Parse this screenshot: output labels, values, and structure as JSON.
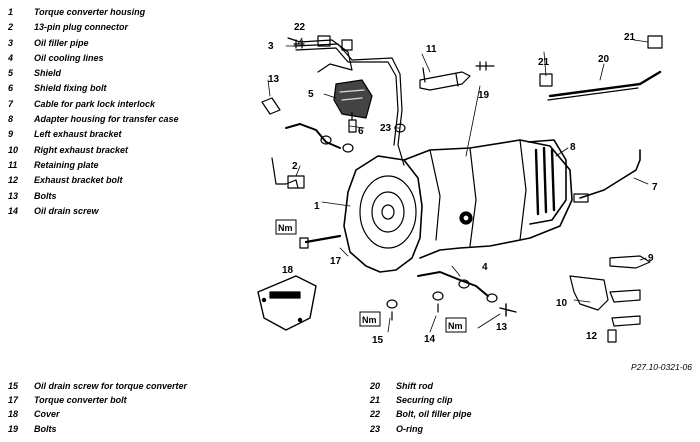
{
  "legend_top": [
    {
      "num": "1",
      "label": "Torque converter housing"
    },
    {
      "num": "2",
      "label": "13-pin plug connector"
    },
    {
      "num": "3",
      "label": "Oil filler pipe"
    },
    {
      "num": "4",
      "label": "Oil cooling lines"
    },
    {
      "num": "5",
      "label": "Shield"
    },
    {
      "num": "6",
      "label": "Shield fixing bolt"
    },
    {
      "num": "7",
      "label": "Cable for park lock interlock"
    },
    {
      "num": "8",
      "label": "Adapter housing for transfer case"
    },
    {
      "num": "9",
      "label": "Left exhaust bracket"
    },
    {
      "num": "10",
      "label": "Right exhaust bracket"
    },
    {
      "num": "11",
      "label": "Retaining plate"
    },
    {
      "num": "12",
      "label": "Exhaust bracket bolt"
    },
    {
      "num": "13",
      "label": "Bolts"
    },
    {
      "num": "14",
      "label": "Oil drain screw"
    }
  ],
  "legend_bottom_left": [
    {
      "num": "15",
      "label": "Oil drain screw for torque converter"
    },
    {
      "num": "17",
      "label": "Torque converter bolt"
    },
    {
      "num": "18",
      "label": "Cover"
    },
    {
      "num": "19",
      "label": "Bolts"
    }
  ],
  "legend_bottom_right": [
    {
      "num": "20",
      "label": "Shift rod"
    },
    {
      "num": "21",
      "label": "Securing clip"
    },
    {
      "num": "22",
      "label": "Bolt, oil filler pipe"
    },
    {
      "num": "23",
      "label": "O-ring"
    }
  ],
  "callouts": {
    "c1": "1",
    "c2": "2",
    "c3": "3",
    "c4": "4",
    "c5": "5",
    "c6": "6",
    "c7": "7",
    "c8": "8",
    "c9": "9",
    "c10": "10",
    "c11": "11",
    "c12": "12",
    "c13a": "13",
    "c13b": "13",
    "c14": "14",
    "c15": "15",
    "c17": "17",
    "c18": "18",
    "c19": "19",
    "c20": "20",
    "c21": "21",
    "c22": "22",
    "c23": "23"
  },
  "torque_label": "Nm",
  "reference_code": "P27.10-0321-06"
}
